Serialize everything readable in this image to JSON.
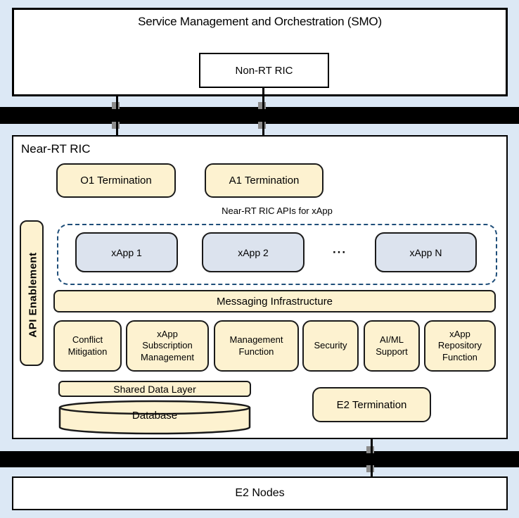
{
  "colors": {
    "background": "#dce8f5",
    "node_fill": "#fdf2d0",
    "node_border": "#1a1a1a",
    "xapp_fill": "#dce3ee",
    "dashed_border": "#1f4e79",
    "bus_bar": "#000000",
    "connector_handle": "#8c8c8c"
  },
  "smo": {
    "title": "Service Management and Orchestration (SMO)",
    "non_rt_ric": "Non-RT RIC"
  },
  "near_rt_ric": {
    "label": "Near-RT RIC",
    "o1_termination": "O1 Termination",
    "a1_termination": "A1 Termination",
    "apis_label": "Near-RT RIC APIs for xApp",
    "xapps": [
      "xApp 1",
      "xApp 2",
      "xApp N"
    ],
    "xapp_ellipsis": "···",
    "api_enablement": "API Enablement",
    "messaging": "Messaging Infrastructure",
    "functions": [
      "Conflict\nMitigation",
      "xApp\nSubscription\nManagement",
      "Management\nFunction",
      "Security",
      "AI/ML\nSupport",
      "xApp\nRepository\nFunction"
    ],
    "shared_data_layer": "Shared Data Layer",
    "database": "Database",
    "e2_termination": "E2 Termination"
  },
  "e2_nodes": "E2 Nodes"
}
